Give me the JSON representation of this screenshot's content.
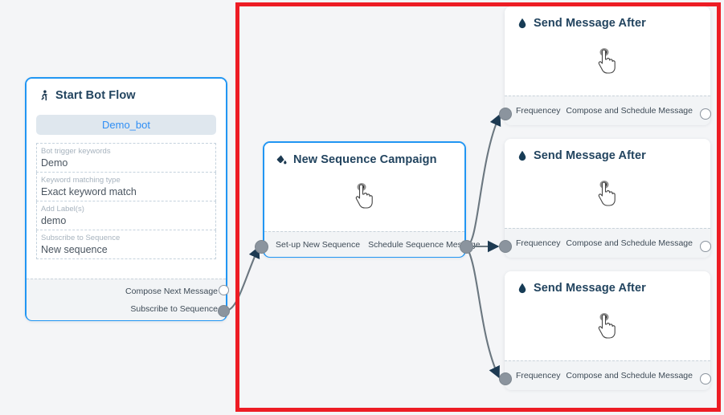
{
  "canvas": {
    "background_color": "#f4f5f7",
    "highlight_color": "#ed1c24",
    "accent_color": "#2196f3",
    "port_color": "#8b949e",
    "title_color": "#22445f"
  },
  "nodes": {
    "start": {
      "title": "Start Bot Flow",
      "icon": "running-person-icon",
      "bot_pill": "Demo_bot",
      "fields": [
        {
          "label": "Bot trigger keywords",
          "value": "Demo"
        },
        {
          "label": "Keyword matching type",
          "value": "Exact keyword match"
        },
        {
          "label": "Add Label(s)",
          "value": "demo"
        },
        {
          "label": "Subscribe to Sequence",
          "value": "New sequence"
        }
      ],
      "ports": [
        {
          "label": "Compose Next Message",
          "style": "hollow"
        },
        {
          "label": "Subscribe to Sequence",
          "style": "filled"
        }
      ]
    },
    "sequence": {
      "title": "New Sequence Campaign",
      "icon": "paint-bucket-icon",
      "cursor_icon": "pointing-hand-cursor",
      "ports": [
        {
          "label": "Set-up New Sequence",
          "style": "filled"
        },
        {
          "label": "Schedule Sequence Message",
          "style": "filled"
        }
      ]
    },
    "messages": [
      {
        "title": "Send Message After",
        "icon": "droplet-icon",
        "cursor_icon": "pointing-hand-cursor",
        "in_port_label": "Frequencey",
        "out_port_label": "Compose and Schedule Message"
      },
      {
        "title": "Send Message After",
        "icon": "droplet-icon",
        "cursor_icon": "pointing-hand-cursor",
        "in_port_label": "Frequencey",
        "out_port_label": "Compose and Schedule Message"
      },
      {
        "title": "Send Message After",
        "icon": "droplet-icon",
        "cursor_icon": "pointing-hand-cursor",
        "in_port_label": "Frequencey",
        "out_port_label": "Compose and Schedule Message"
      }
    ]
  }
}
